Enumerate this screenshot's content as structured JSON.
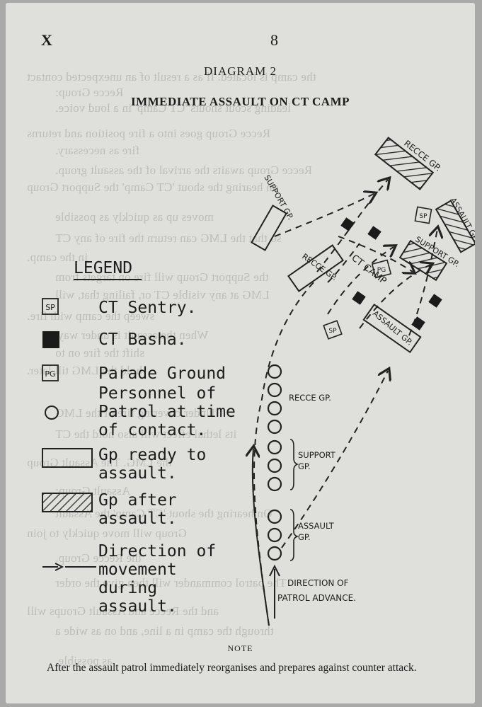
{
  "header": {
    "left_mark": "X",
    "page_number": "8"
  },
  "titles": {
    "diagram": "DIAGRAM 2",
    "main": "IMMEDIATE ASSAULT ON CT CAMP"
  },
  "legend": {
    "title": "LEGEND",
    "items": [
      {
        "symbol": "SP",
        "lines": [
          "CT Sentry."
        ]
      },
      {
        "symbol": "",
        "lines": [
          "CT Basha."
        ]
      },
      {
        "symbol": "PG",
        "lines": [
          "Parade Ground"
        ]
      },
      {
        "symbol": "",
        "lines": [
          "Personnel of",
          "Patrol at time",
          "of contact."
        ]
      },
      {
        "symbol": "",
        "lines": [
          "Gp ready to",
          "assault."
        ]
      },
      {
        "symbol": "",
        "lines": [
          "Gp after",
          "assault."
        ]
      },
      {
        "symbol": "",
        "lines": [
          "Direction of",
          "movement",
          "during",
          "assault."
        ]
      }
    ]
  },
  "diagram_labels": {
    "recce_top": "RECCE GP.",
    "support_left": "SUPPORT GP.",
    "assault_right": "ASSAULT GP.",
    "support_right": "SUPPORT GP.",
    "ct_camp": "CT CAMP",
    "recce_mid": "RECCE GP.",
    "assault_mid": "ASSAULT GP.",
    "sp": "SP",
    "pg": "PG",
    "recce_col": "RECCE GP.",
    "support_col": "SUPPORT GP.",
    "assault_col": "ASSAULT GP.",
    "direction": "DIRECTION OF PATROL ADVANCE."
  },
  "note": {
    "heading": "NOTE",
    "text": "After the assault patrol immediately reorganises and prepares against counter attack."
  },
  "show_through": [
    "the camp is located. If as a result of an unexpected contact",
    "Recce Group:",
    "leading scout shouts 'CT Camp' in a loud voice.",
    "Recce Group goes into a fire position and returns",
    "fire as necessary.",
    "Recce Group awaits the arrival of the assault group.",
    "on hearing the shout 'CT Camp' the Support Group",
    "moves up as quickly as possible",
    "so that the LMG can return the fire of any CT",
    "in the camp.",
    "the Support Group will fire on targets from",
    "LMG at any visible CT or, failing that, will",
    "sweep the camp with fire.",
    "When the assault is under way,",
    "shift the fire on to",
    "hold the LMG till later.",
    "Under covering fire of the LMG",
    "its lethal effect will also hold the CT",
    "the LMG. The Assault Group",
    "Assault Group:",
    "On hearing the shout 'CT Camp' the Assault",
    "Group will move quickly to join",
    "the Recce Group.",
    "The patrol commander will then give the order",
    "and the Recce and Assault Groups will",
    "through the camp in a line, and on as wide a",
    "as possible."
  ]
}
